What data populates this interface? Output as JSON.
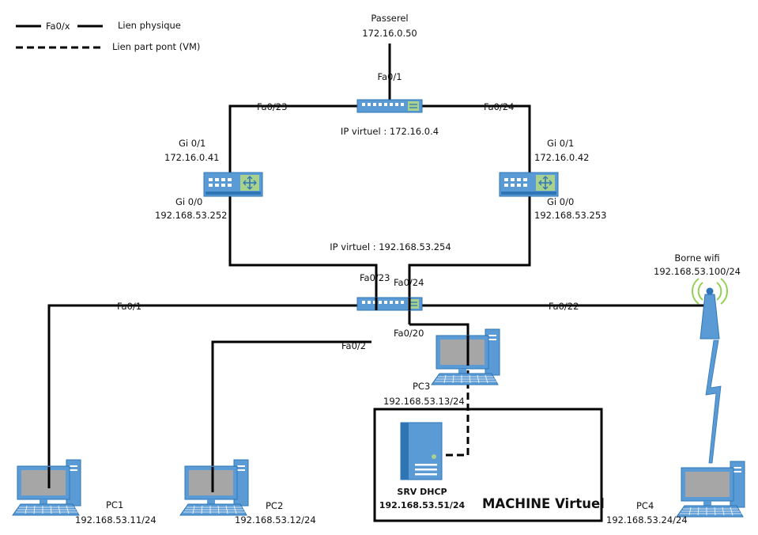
{
  "legend": {
    "physical_cable_label": "Fa0/x",
    "physical_text": "Lien physique",
    "bridge_text": "Lien part pont (VM)"
  },
  "gateway": {
    "name": "Passerel",
    "ip": "172.16.0.50"
  },
  "top_switch": {
    "port_up": "Fa0/1",
    "port_left": "Fa0/23",
    "port_right": "Fa0/24",
    "virtual_ip": "IP virtuel : 172.16.0.4"
  },
  "router_left": {
    "if_top": "Gi 0/1",
    "ip_top": "172.16.0.41",
    "if_bottom": "Gi 0/0",
    "ip_bottom": "192.168.53.252"
  },
  "router_right": {
    "if_top": "Gi 0/1",
    "ip_top": "172.16.0.42",
    "if_bottom": "Gi 0/0",
    "ip_bottom": "192.168.53.253"
  },
  "core_switch": {
    "virtual_ip": "IP virtuel : 192.168.53.254",
    "port_23": "Fa0/23",
    "port_24": "Fa0/24",
    "port_1": "Fa0/1",
    "port_2": "Fa0/2",
    "port_20": "Fa0/20",
    "port_22": "Fa0/22"
  },
  "wifi": {
    "name": "Borne wifi",
    "ip": "192.168.53.100/24"
  },
  "pc1": {
    "name": "PC1",
    "ip": "192.168.53.11/24"
  },
  "pc2": {
    "name": "PC2",
    "ip": "192.168.53.12/24"
  },
  "pc3": {
    "name": "PC3",
    "ip": "192.168.53.13/24"
  },
  "pc4": {
    "name": "PC4",
    "ip": "192.168.53.24/24"
  },
  "server": {
    "name": "SRV DHCP",
    "ip": "192.168.53.51/24"
  },
  "vm_box": {
    "title": "MACHINE Virtuel"
  },
  "colors": {
    "device_blue": "#5b9bd5",
    "device_blue_dark": "#2e75b6",
    "router_green": "#a9d18e",
    "screen_gray": "#a6a6a6",
    "wifi_green": "#92d050"
  }
}
